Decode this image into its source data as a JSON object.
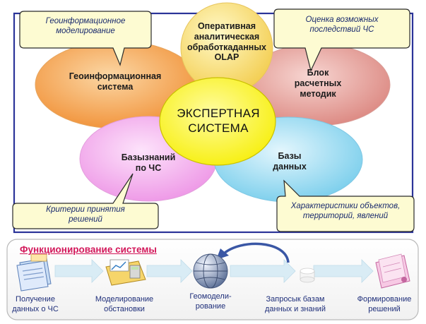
{
  "diagram": {
    "center": {
      "text": "ЭКСПЕРТНАЯ\nСИСТЕМА"
    },
    "petals": [
      {
        "id": "olap",
        "text": "Оперативная\nаналитическая\nобработкаданных\nOLAP",
        "color": "#f6d96c"
      },
      {
        "id": "gis",
        "text": "Геоинформационная\nсистема",
        "color": "#f4a64d"
      },
      {
        "id": "calc",
        "text": "Блок\nрасчетных\nметодик",
        "color": "#e69f98"
      },
      {
        "id": "kb",
        "text": "Базызнаний\nпо ЧС",
        "color": "#f2a6ec"
      },
      {
        "id": "db",
        "text": "Базы\nданных",
        "color": "#8fd7f0"
      }
    ],
    "callouts": [
      {
        "id": "geo-modeling",
        "text": "Геоинформационное\nмоделирование"
      },
      {
        "id": "consequences",
        "text": "Оценка возможных\nпоследствий ЧС"
      },
      {
        "id": "criteria",
        "text": "Критерии принятия\nрешений"
      },
      {
        "id": "characteristics",
        "text": "Характеристики объектов,\nтерриторий, явлений"
      }
    ]
  },
  "process": {
    "title": "Функционирование системы",
    "steps": [
      {
        "id": "receive",
        "label": "Получение\nданных о ЧС",
        "icon": "document-stack-icon"
      },
      {
        "id": "model",
        "label": "Моделирование\nобстановки",
        "icon": "calculator-chart-icon"
      },
      {
        "id": "geo",
        "label": "Геомодели-\nрование",
        "icon": "globe-icon"
      },
      {
        "id": "query",
        "label": "Запросык базам\nданных и знаний",
        "icon": "database-icon"
      },
      {
        "id": "decide",
        "label": "Формирование\nрешений",
        "icon": "notebook-icon"
      }
    ]
  },
  "colors": {
    "frame": "#2b3499",
    "center": "#f8f000",
    "callout_fill": "#fdfbd2",
    "arrow": "#d9ecf5",
    "title": "#d3175a"
  }
}
